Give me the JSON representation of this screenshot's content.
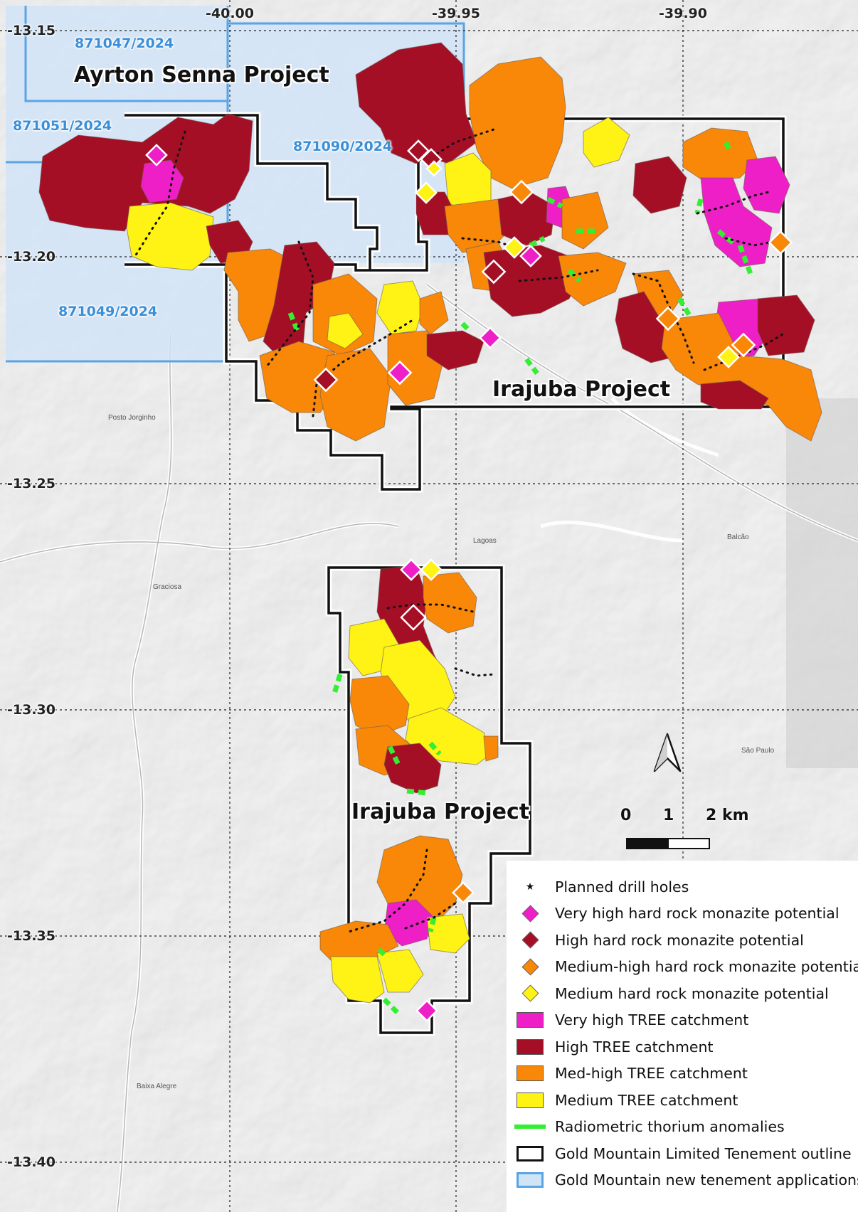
{
  "map": {
    "grid": {
      "x_ticks": [
        "-40.00",
        "-39.95",
        "-39.90"
      ],
      "y_ticks": [
        "-13.15",
        "-13.20",
        "-13.25",
        "-13.30",
        "-13.35",
        "-13.40"
      ]
    },
    "tenement_applications": [
      "871047/2024",
      "871051/2024",
      "871090/2024",
      "871049/2024"
    ],
    "projects": {
      "ayrton_senna": "Ayrton Senna Project",
      "irajuba_north": "Irajuba Project",
      "irajuba_south": "Irajuba Project"
    },
    "places": {
      "lagoas": "Lagoas",
      "graciosa": "Graciosa",
      "baixa_alegre": "Baixa Alegre",
      "sao_paulo": "São Paulo",
      "balcao": "Balcão",
      "posto_jorginho": "Posto Jorginho"
    },
    "colors": {
      "very_high_tree": "#ee1fc7",
      "high_tree": "#a50f26",
      "med_high_tree": "#f98809",
      "medium_tree": "#fff315",
      "thorium": "#33ee33",
      "outline": "#111111",
      "application_fill": "#cfe4f7",
      "application_border": "#5aa4e3"
    },
    "scale_bar": {
      "labels": [
        "0",
        "1",
        "2 km"
      ]
    }
  },
  "legend": {
    "items": [
      {
        "symbol": "star",
        "label": "Planned drill holes"
      },
      {
        "symbol": "diamond",
        "color": "#ee1fc7",
        "label": "Very high hard rock monazite potential"
      },
      {
        "symbol": "diamond",
        "color": "#a50f26",
        "label": "High hard rock monazite potential"
      },
      {
        "symbol": "diamond",
        "color": "#f98809",
        "label": "Medium-high hard rock monazite potential"
      },
      {
        "symbol": "diamond",
        "color": "#fff315",
        "label": "Medium hard rock monazite potential"
      },
      {
        "symbol": "square",
        "color": "#ee1fc7",
        "label": "Very high TREE catchment"
      },
      {
        "symbol": "square",
        "color": "#a50f26",
        "label": "High TREE catchment"
      },
      {
        "symbol": "square",
        "color": "#f98809",
        "label": "Med-high TREE catchment"
      },
      {
        "symbol": "square",
        "color": "#fff315",
        "label": "Medium TREE catchment"
      },
      {
        "symbol": "line",
        "color": "#33ee33",
        "label": "Radiometric thorium anomalies"
      },
      {
        "symbol": "outline",
        "label": "Gold Mountain Limited Tenement outline"
      },
      {
        "symbol": "blue",
        "label": "Gold Mountain new tenement applications"
      }
    ]
  }
}
